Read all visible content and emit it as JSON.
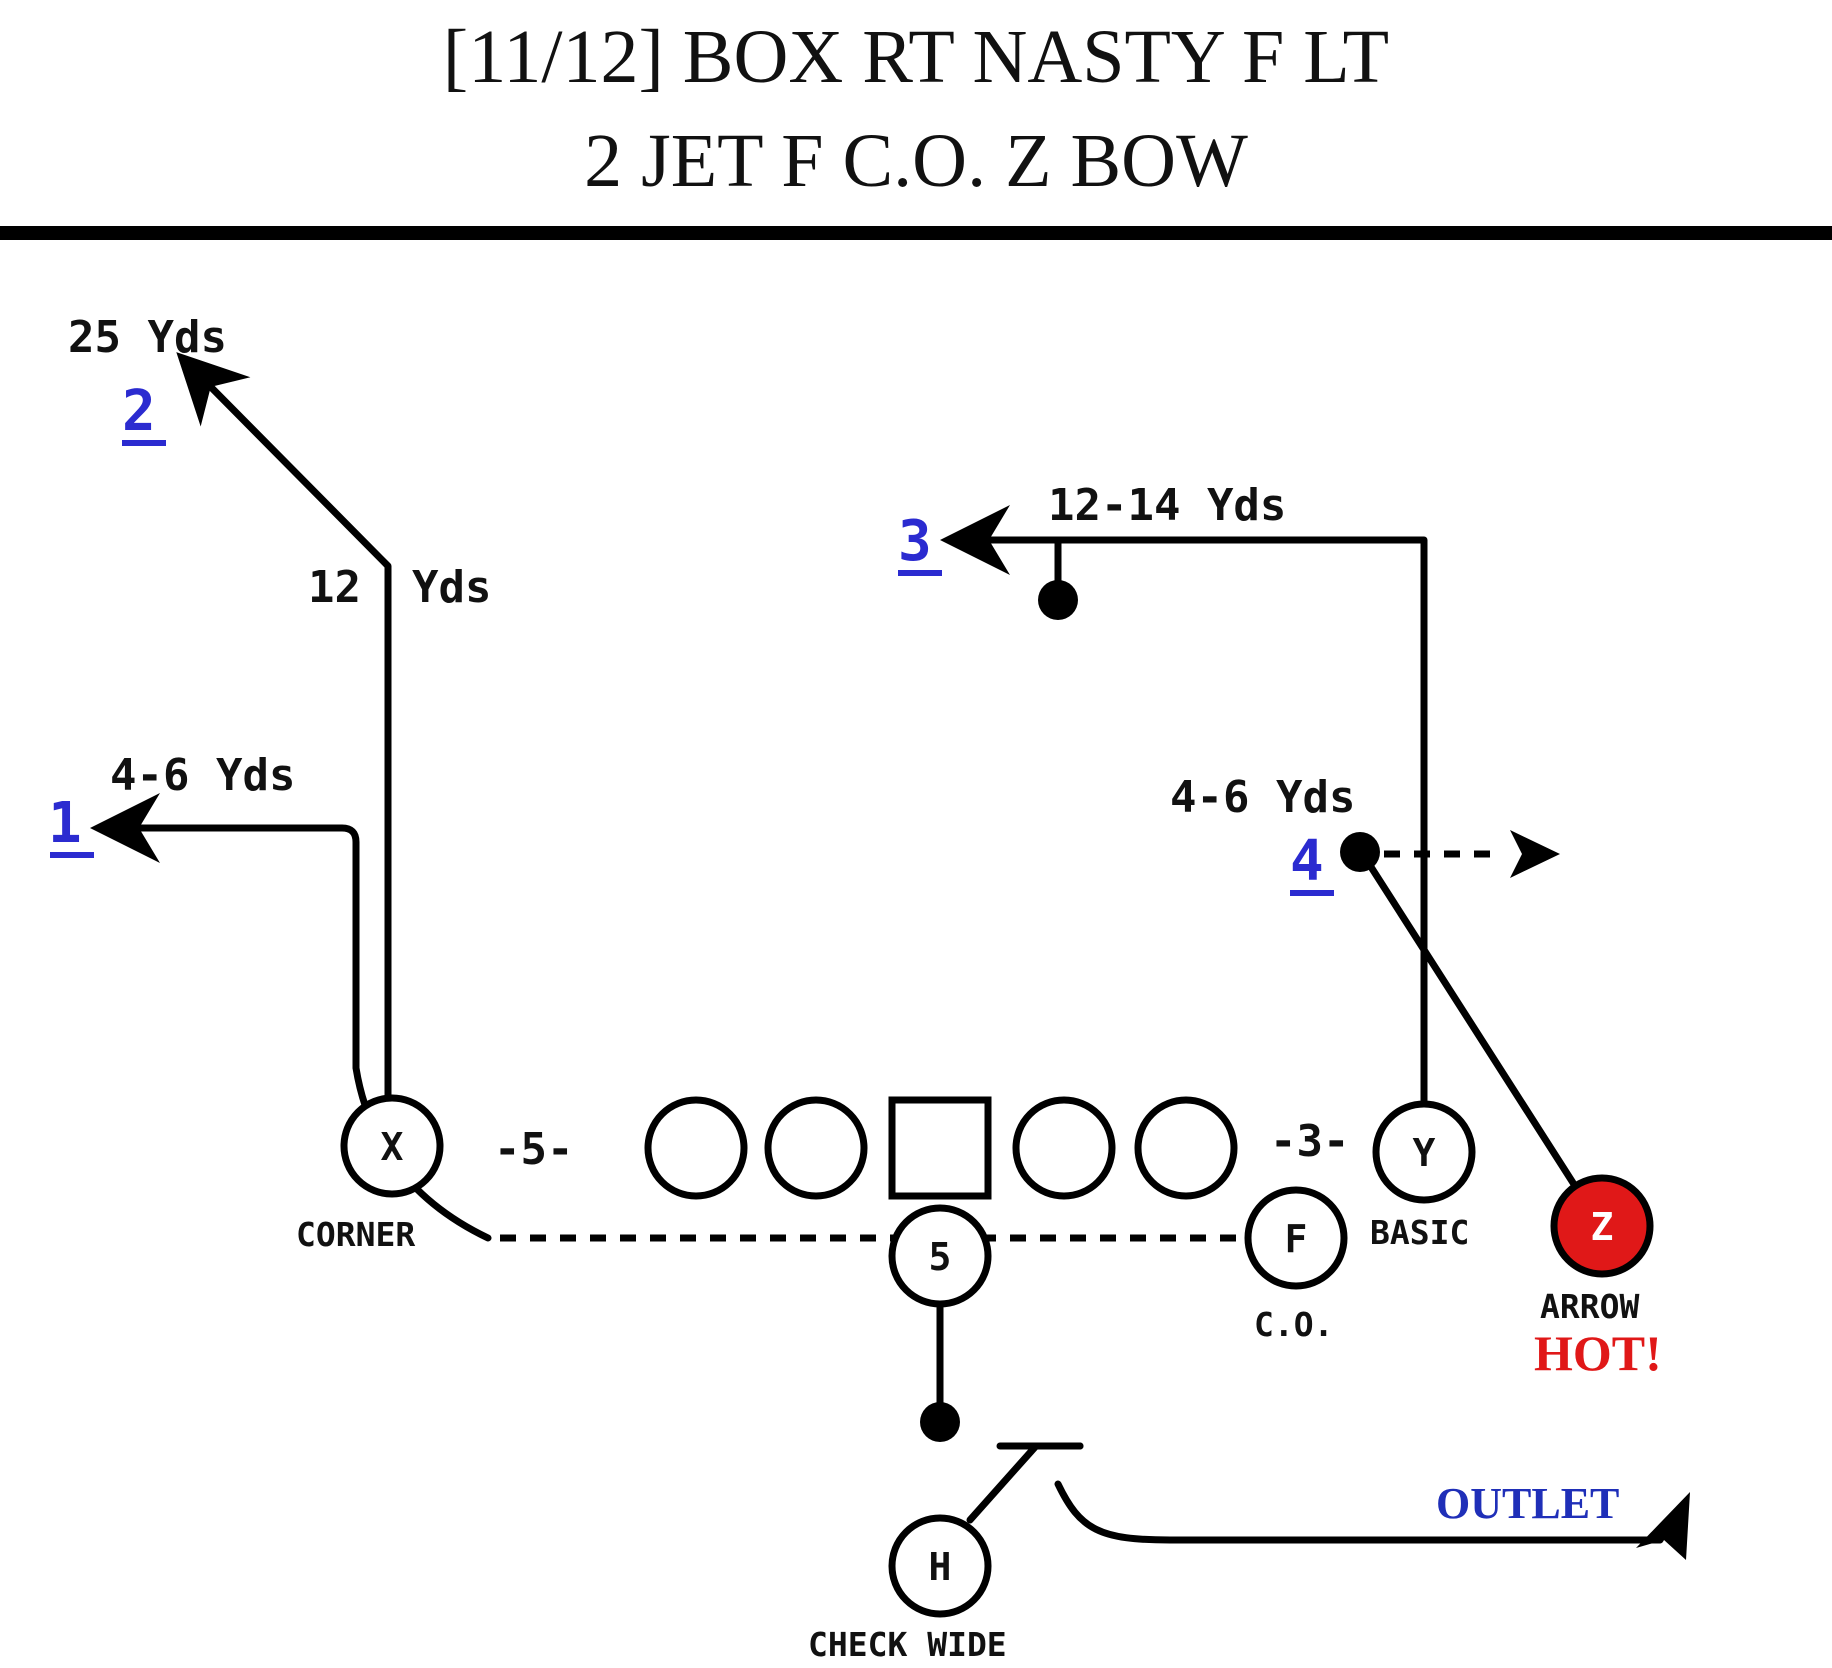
{
  "title": {
    "line1": "[11/12] BOX RT NASTY F LT",
    "line2": "2 JET F C.O. Z BOW"
  },
  "players": {
    "x": "X",
    "y": "Y",
    "z": "Z",
    "f": "F",
    "h": "H",
    "s": "5"
  },
  "labels": {
    "yds_25": "25 Yds",
    "yds_12_a": "12",
    "yds_12_b": "Yds",
    "yds_4_6_left": "4-6 Yds",
    "yds_12_14": "12-14 Yds",
    "yds_4_6_right": "4-6 Yds",
    "split_5": "-5-",
    "split_3": "-3-",
    "corner": "CORNER",
    "basic": "BASIC",
    "co": "C.O.",
    "arrow": "ARROW",
    "hot": "HOT!",
    "outlet": "OUTLET",
    "check_wide": "CHECK WIDE"
  },
  "reads": {
    "one": "1",
    "two": "2",
    "three": "3",
    "four": "4"
  },
  "colors": {
    "hot_receiver": "#e01818",
    "read_number": "#2b2bd0",
    "outlet_text": "#1f2fb8"
  }
}
